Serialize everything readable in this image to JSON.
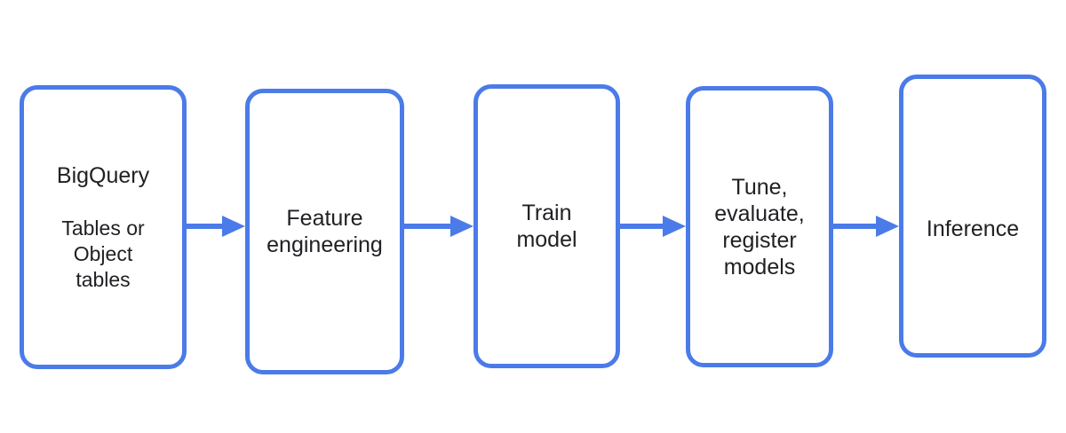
{
  "diagram": {
    "colors": {
      "node_border": "#4b7be8",
      "arrow": "#4b7be8",
      "text": "#202124",
      "background": "#ffffff"
    },
    "nodes": [
      {
        "name": "bigquery-tables",
        "primary": "BigQuery",
        "secondary": "Tables or\nObject\ntables"
      },
      {
        "name": "feature-engineering",
        "label": "Feature\nengineering"
      },
      {
        "name": "train-model",
        "label": "Train\nmodel"
      },
      {
        "name": "tune-evaluate-register",
        "label": "Tune,\nevaluate,\nregister\nmodels"
      },
      {
        "name": "inference",
        "label": "Inference"
      }
    ],
    "edges": [
      {
        "from": "bigquery-tables",
        "to": "feature-engineering"
      },
      {
        "from": "feature-engineering",
        "to": "train-model"
      },
      {
        "from": "train-model",
        "to": "tune-evaluate-register"
      },
      {
        "from": "tune-evaluate-register",
        "to": "inference"
      }
    ]
  }
}
